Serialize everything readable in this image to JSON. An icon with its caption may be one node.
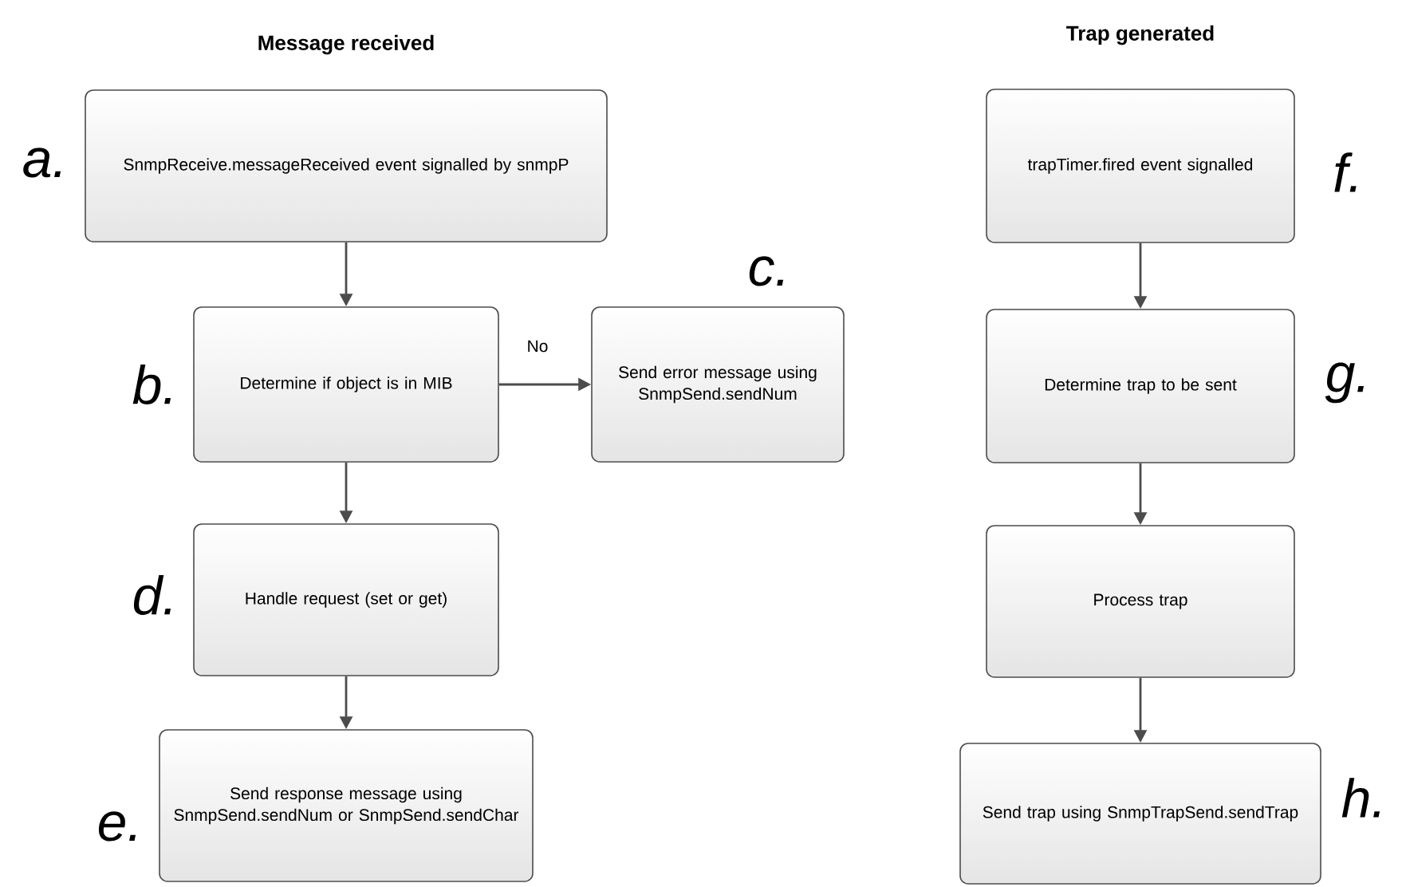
{
  "diagram": {
    "nodes": [
      {
        "text": [
          "SnmpReceive.messageReceived event signalled by snmpP"
        ],
        "beside": [
          "a."
        ]
      },
      {
        "text": [
          "Determine if object is in MIB"
        ],
        "beside": [
          "b."
        ]
      },
      {
        "text": [
          "Send error message using SnmpSend.sendNum"
        ],
        "beside": [
          "c."
        ]
      },
      {
        "text": [
          "Handle request (set or get)"
        ],
        "beside": [
          "d."
        ]
      },
      {
        "text": [
          "Send response message using SnmpSend.sendNum or SnmpSend.sendChar"
        ],
        "beside": [
          "e."
        ]
      },
      {
        "text": [
          "trapTimer.fired event signalled"
        ],
        "beside": [
          "f."
        ]
      },
      {
        "text": [
          "Determine trap to be sent"
        ],
        "beside": [
          "g."
        ]
      },
      {
        "text": [
          "Process trap"
        ]
      },
      {
        "text": [
          "Send trap using SnmpTrapSend.sendTrap"
        ],
        "beside": [
          "h."
        ]
      }
    ],
    "edges": [
      {
        "from": 0,
        "to": 1,
        "arrow": "to"
      },
      {
        "from": 1,
        "to": 2,
        "arrow": "to",
        "label": "No"
      },
      {
        "from": 1,
        "to": 3,
        "arrow": "to"
      },
      {
        "from": 3,
        "to": 4,
        "arrow": "to"
      },
      {
        "from": 5,
        "to": 6,
        "arrow": "to"
      },
      {
        "from": 6,
        "to": 7,
        "arrow": "to"
      },
      {
        "from": 7,
        "to": 8,
        "arrow": "to"
      }
    ],
    "labels": [
      "Message received",
      "Trap generated"
    ]
  }
}
